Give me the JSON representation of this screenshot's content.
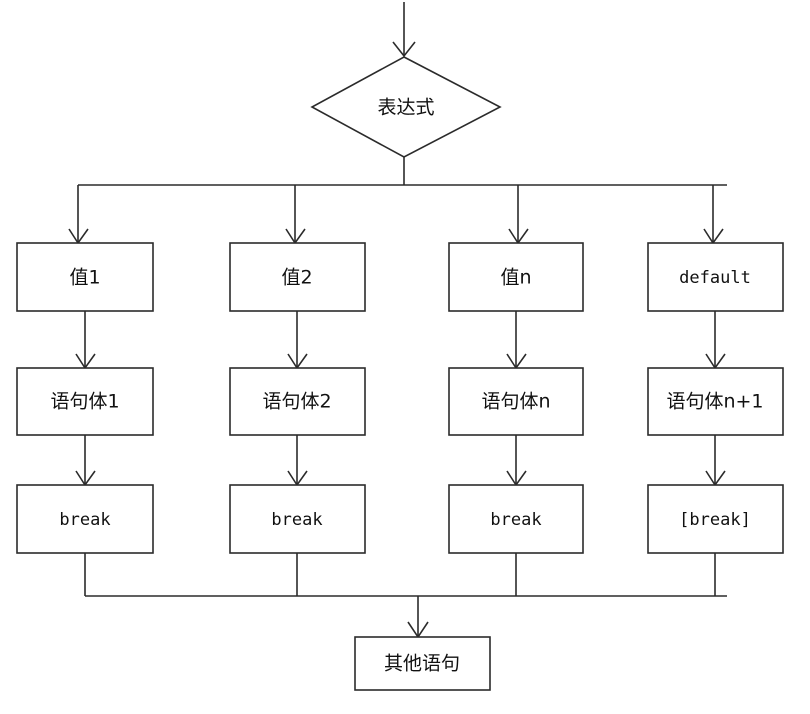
{
  "diagram": {
    "title": "switch-statement-flowchart",
    "background_color": "#ffffff",
    "line_color": "#2b2b2b",
    "text_color": "#111111",
    "decision": {
      "label": "表达式",
      "shape": "diamond"
    },
    "branches": [
      {
        "case_label": "值1",
        "body_label": "语句体1",
        "break_label": "break"
      },
      {
        "case_label": "值2",
        "body_label": "语句体2",
        "break_label": "break"
      },
      {
        "case_label": "值n",
        "body_label": "语句体n",
        "break_label": "break"
      },
      {
        "case_label": "default",
        "body_label": "语句体n+1",
        "break_label": "[break]"
      }
    ],
    "exit": {
      "label": "其他语句",
      "shape": "rect"
    }
  }
}
